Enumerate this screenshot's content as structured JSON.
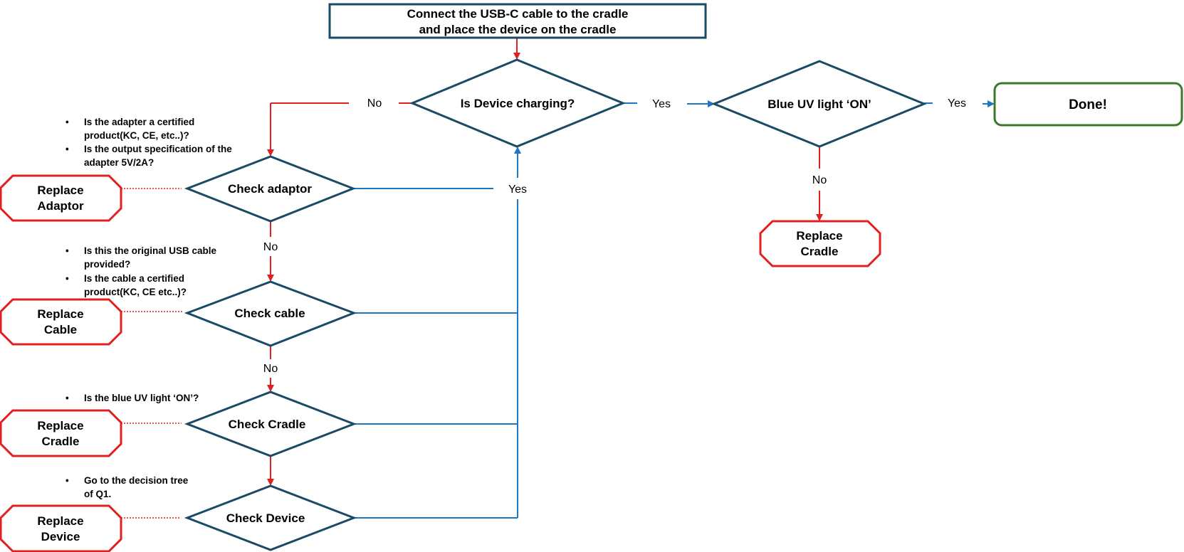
{
  "start_box": {
    "line1": "Connect the USB-C cable to the cradle",
    "line2": "and place the device on the cradle"
  },
  "decisions": {
    "charging": "Is Device charging?",
    "blue_uv": "Blue UV light ‘ON’",
    "check_adaptor": "Check adaptor",
    "check_cable": "Check cable",
    "check_cradle": "Check Cradle",
    "check_device": "Check Device"
  },
  "done_label": "Done!",
  "edge_labels": {
    "charging_no": "No",
    "charging_yes": "Yes",
    "uv_yes": "Yes",
    "uv_no": "No",
    "checks_yes": "Yes",
    "adaptor_no": "No",
    "cable_no": "No"
  },
  "replace_nodes": {
    "adaptor": [
      "Replace",
      "Adaptor"
    ],
    "cable": [
      "Replace",
      "Cable"
    ],
    "cradle": [
      "Replace",
      "Cradle"
    ],
    "device": [
      "Replace",
      "Device"
    ],
    "uv_cradle": [
      "Replace",
      "Cradle"
    ]
  },
  "notes": {
    "adaptor": [
      [
        "Is the adapter a certified",
        "product(KC, CE, etc..)?"
      ],
      [
        "Is the output specification of the",
        "adapter 5V/2A?"
      ]
    ],
    "cable": [
      [
        "Is this the original USB cable",
        "provided?"
      ],
      [
        "Is the cable a certified",
        "product(KC, CE etc..)?"
      ]
    ],
    "cradle": [
      [
        "Is the blue UV light ‘ON’?"
      ]
    ],
    "device": [
      [
        "Go to the decision tree",
        "of Q1."
      ]
    ]
  },
  "colors": {
    "outline": "#1a4a66",
    "yes_line": "#1f77c4",
    "no_line": "#e02020",
    "done_outline": "#3a7a2a",
    "replace_outline": "#e02020",
    "dotted": "#e02020"
  }
}
